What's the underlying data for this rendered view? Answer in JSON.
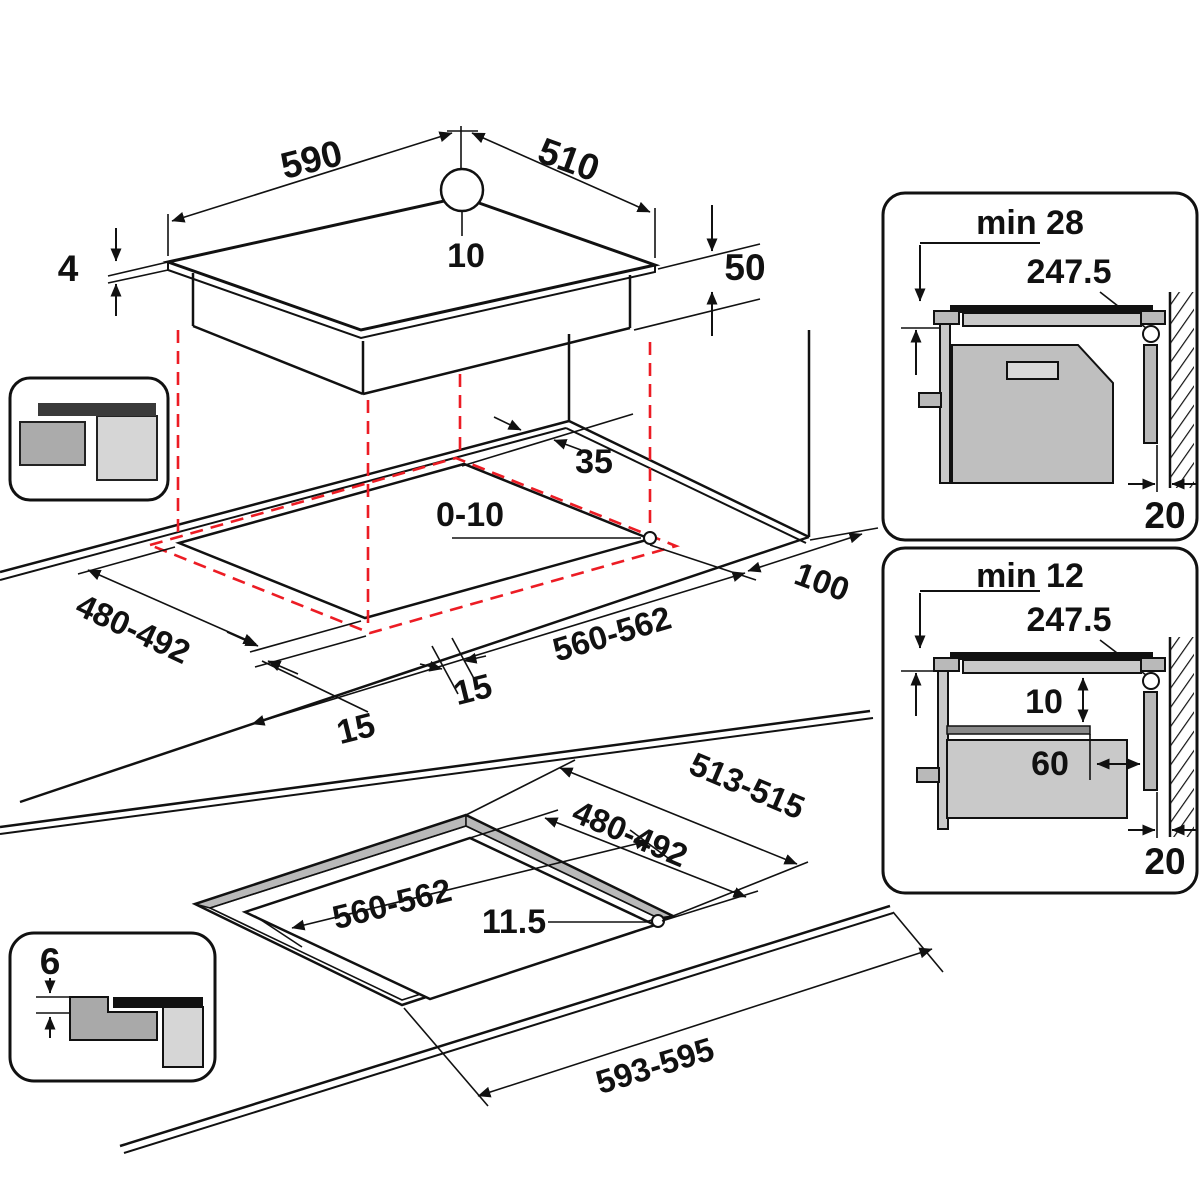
{
  "title": "Built-in hob installation diagram",
  "colors": {
    "line": "#111111",
    "dashed_projection": "#ec1c24",
    "gray_dark": "#3a3a3a",
    "gray_mid": "#ababab",
    "gray_body": "#bfbfbf",
    "gray_light": "#d6d6d6",
    "shelf_gray": "#8a8a8a"
  },
  "top_view": {
    "width": "590",
    "depth": "510",
    "hole_offset": "10",
    "glass_thickness": "4",
    "body_height": "50"
  },
  "mid_view": {
    "rear_clearance": "35",
    "front_play": "0-10",
    "side_clearance": "100",
    "cutout_depth": "480-492",
    "cutout_width": "560-562",
    "overhang_left": "15",
    "overhang_right": "15"
  },
  "bottom_view": {
    "recess_depth": "513-515",
    "cutout_depth": "480-492",
    "cutout_width": "560-562",
    "corner_radius": "11.5",
    "recess_width": "593-595"
  },
  "detail_top": {
    "title": "min 28",
    "center_distance": "247.5",
    "wall_gap": "20"
  },
  "detail_bottom": {
    "title": "min 12",
    "center_distance": "247.5",
    "vent_gap": "10",
    "shelf_clearance": "60",
    "wall_gap": "20"
  },
  "detail_flush": {
    "rabbet_depth": "6"
  }
}
